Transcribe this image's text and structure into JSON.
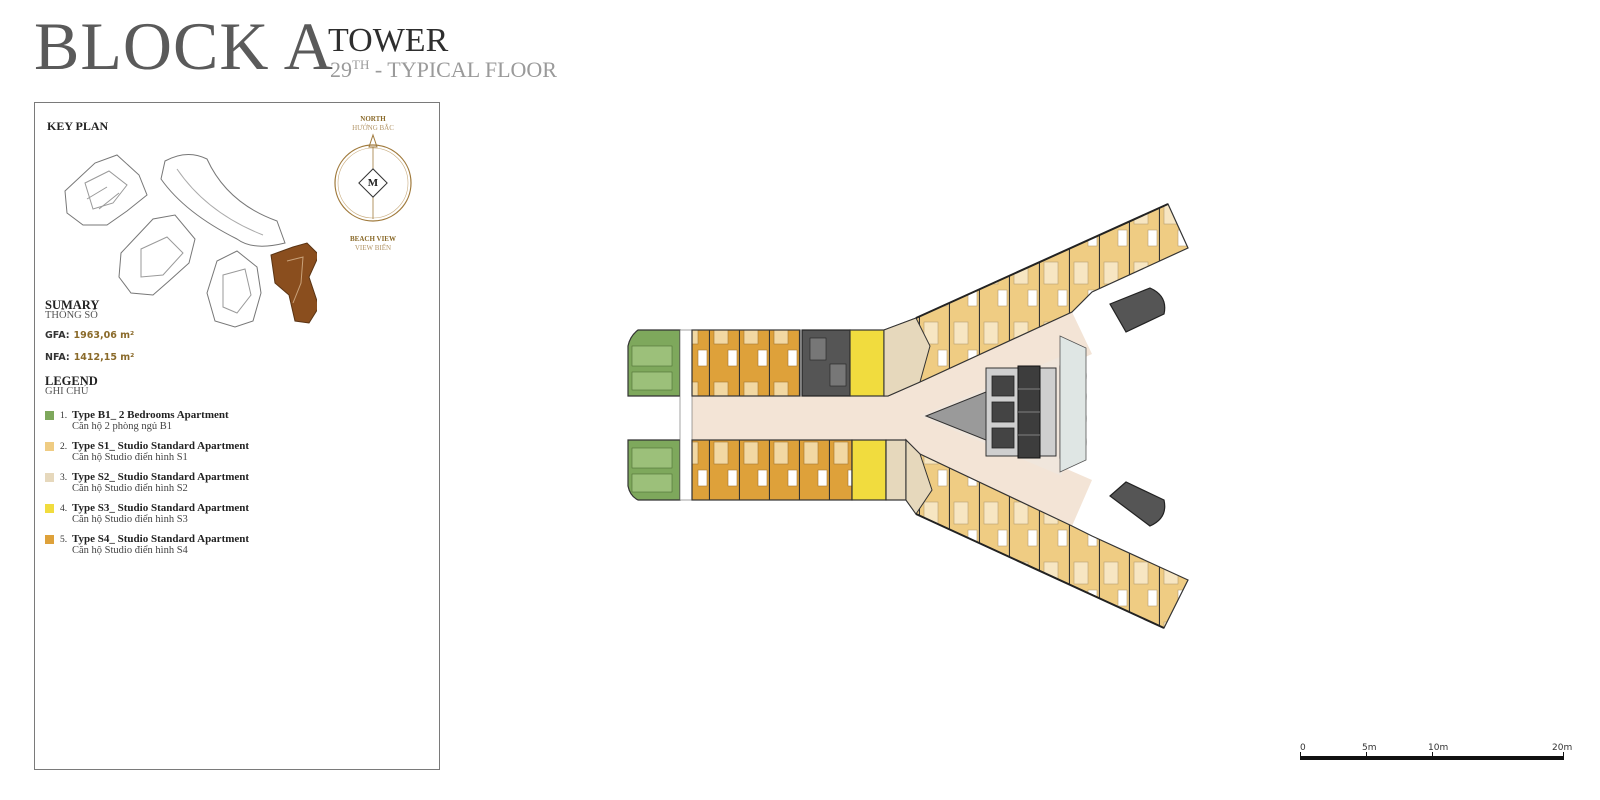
{
  "header": {
    "block": "BLOCK A",
    "tower": "TOWER",
    "floor_num": "29",
    "floor_sup": "TH",
    "floor_text": " - TYPICAL FLOOR"
  },
  "keyplan": {
    "label": "KEY PLAN",
    "north": "NORTH",
    "north_vi": "HƯỚNG BẮC",
    "compass_letter": "M",
    "beach": "BEACH VIEW",
    "beach_vi": "VIEW BIỂN",
    "highlight_color": "#8a4e1e"
  },
  "summary": {
    "title": "SUMARY",
    "subtitle": "THÔNG SỐ",
    "gfa_label": "GFA:",
    "gfa_value": "1963,06 m²",
    "nfa_label": "NFA:",
    "nfa_value": "1412,15 m²"
  },
  "legend": {
    "title": "LEGEND",
    "subtitle": "GHI CHÚ",
    "items": [
      {
        "num": "1.",
        "label": "Type B1_ 2 Bedrooms Apartment",
        "sub": "Căn hộ 2 phòng ngủ B1",
        "color": "#7ea85c"
      },
      {
        "num": "2.",
        "label": "Type S1_ Studio Standard Apartment",
        "sub": "Căn hộ Studio điển hình S1",
        "color": "#efcc83"
      },
      {
        "num": "3.",
        "label": "Type S2_ Studio Standard Apartment",
        "sub": "Căn hộ Studio điển hình S2",
        "color": "#e6d8bc"
      },
      {
        "num": "4.",
        "label": "Type S3_ Studio Standard Apartment",
        "sub": "Căn hộ Studio điển hình S3",
        "color": "#f1dc3e"
      },
      {
        "num": "5.",
        "label": "Type S4_ Studio Standard Apartment",
        "sub": "Căn hộ Studio điển hình S4",
        "color": "#dea13a"
      }
    ]
  },
  "scale": {
    "labels": [
      "0",
      "5m",
      "10m",
      "20m"
    ]
  }
}
